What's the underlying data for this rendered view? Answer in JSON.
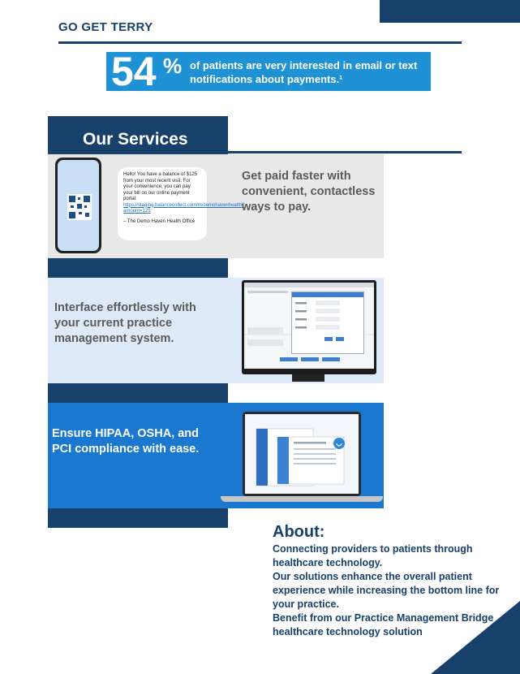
{
  "brand": "GO GET TERRY",
  "stat": {
    "number": "54",
    "percent": "%",
    "text": "of patients are very interested in email or text notifications about payments.¹"
  },
  "services": {
    "title": "Our Services",
    "row1_text": "Get paid faster with convenient, contactless ways to pay.",
    "row2_text": "Interface effortlessly with your current practice management system.",
    "row3_text": "Ensure HIPAA, OSHA, and PCI compliance with ease."
  },
  "sms": {
    "message": "Hello! You have a balance of $125 from your most recent visit. For your convenience, you can pay your bill on our online payment portal:",
    "link": "https://staging.balancecollect.com/m/demohavenhealth?amount=125",
    "signature": "– The Demo Haven Health Office"
  },
  "about": {
    "title": "About:",
    "lines": [
      "Connecting providers to patients through healthcare technology.",
      "Our solutions enhance the overall patient experience while increasing the bottom line for your practice.",
      "Benefit from our Practice Management Bridge healthcare technology solution"
    ]
  },
  "colors": {
    "navy": "#17406b",
    "accent_blue": "#1f92d6",
    "row3_blue": "#1b78d0"
  }
}
